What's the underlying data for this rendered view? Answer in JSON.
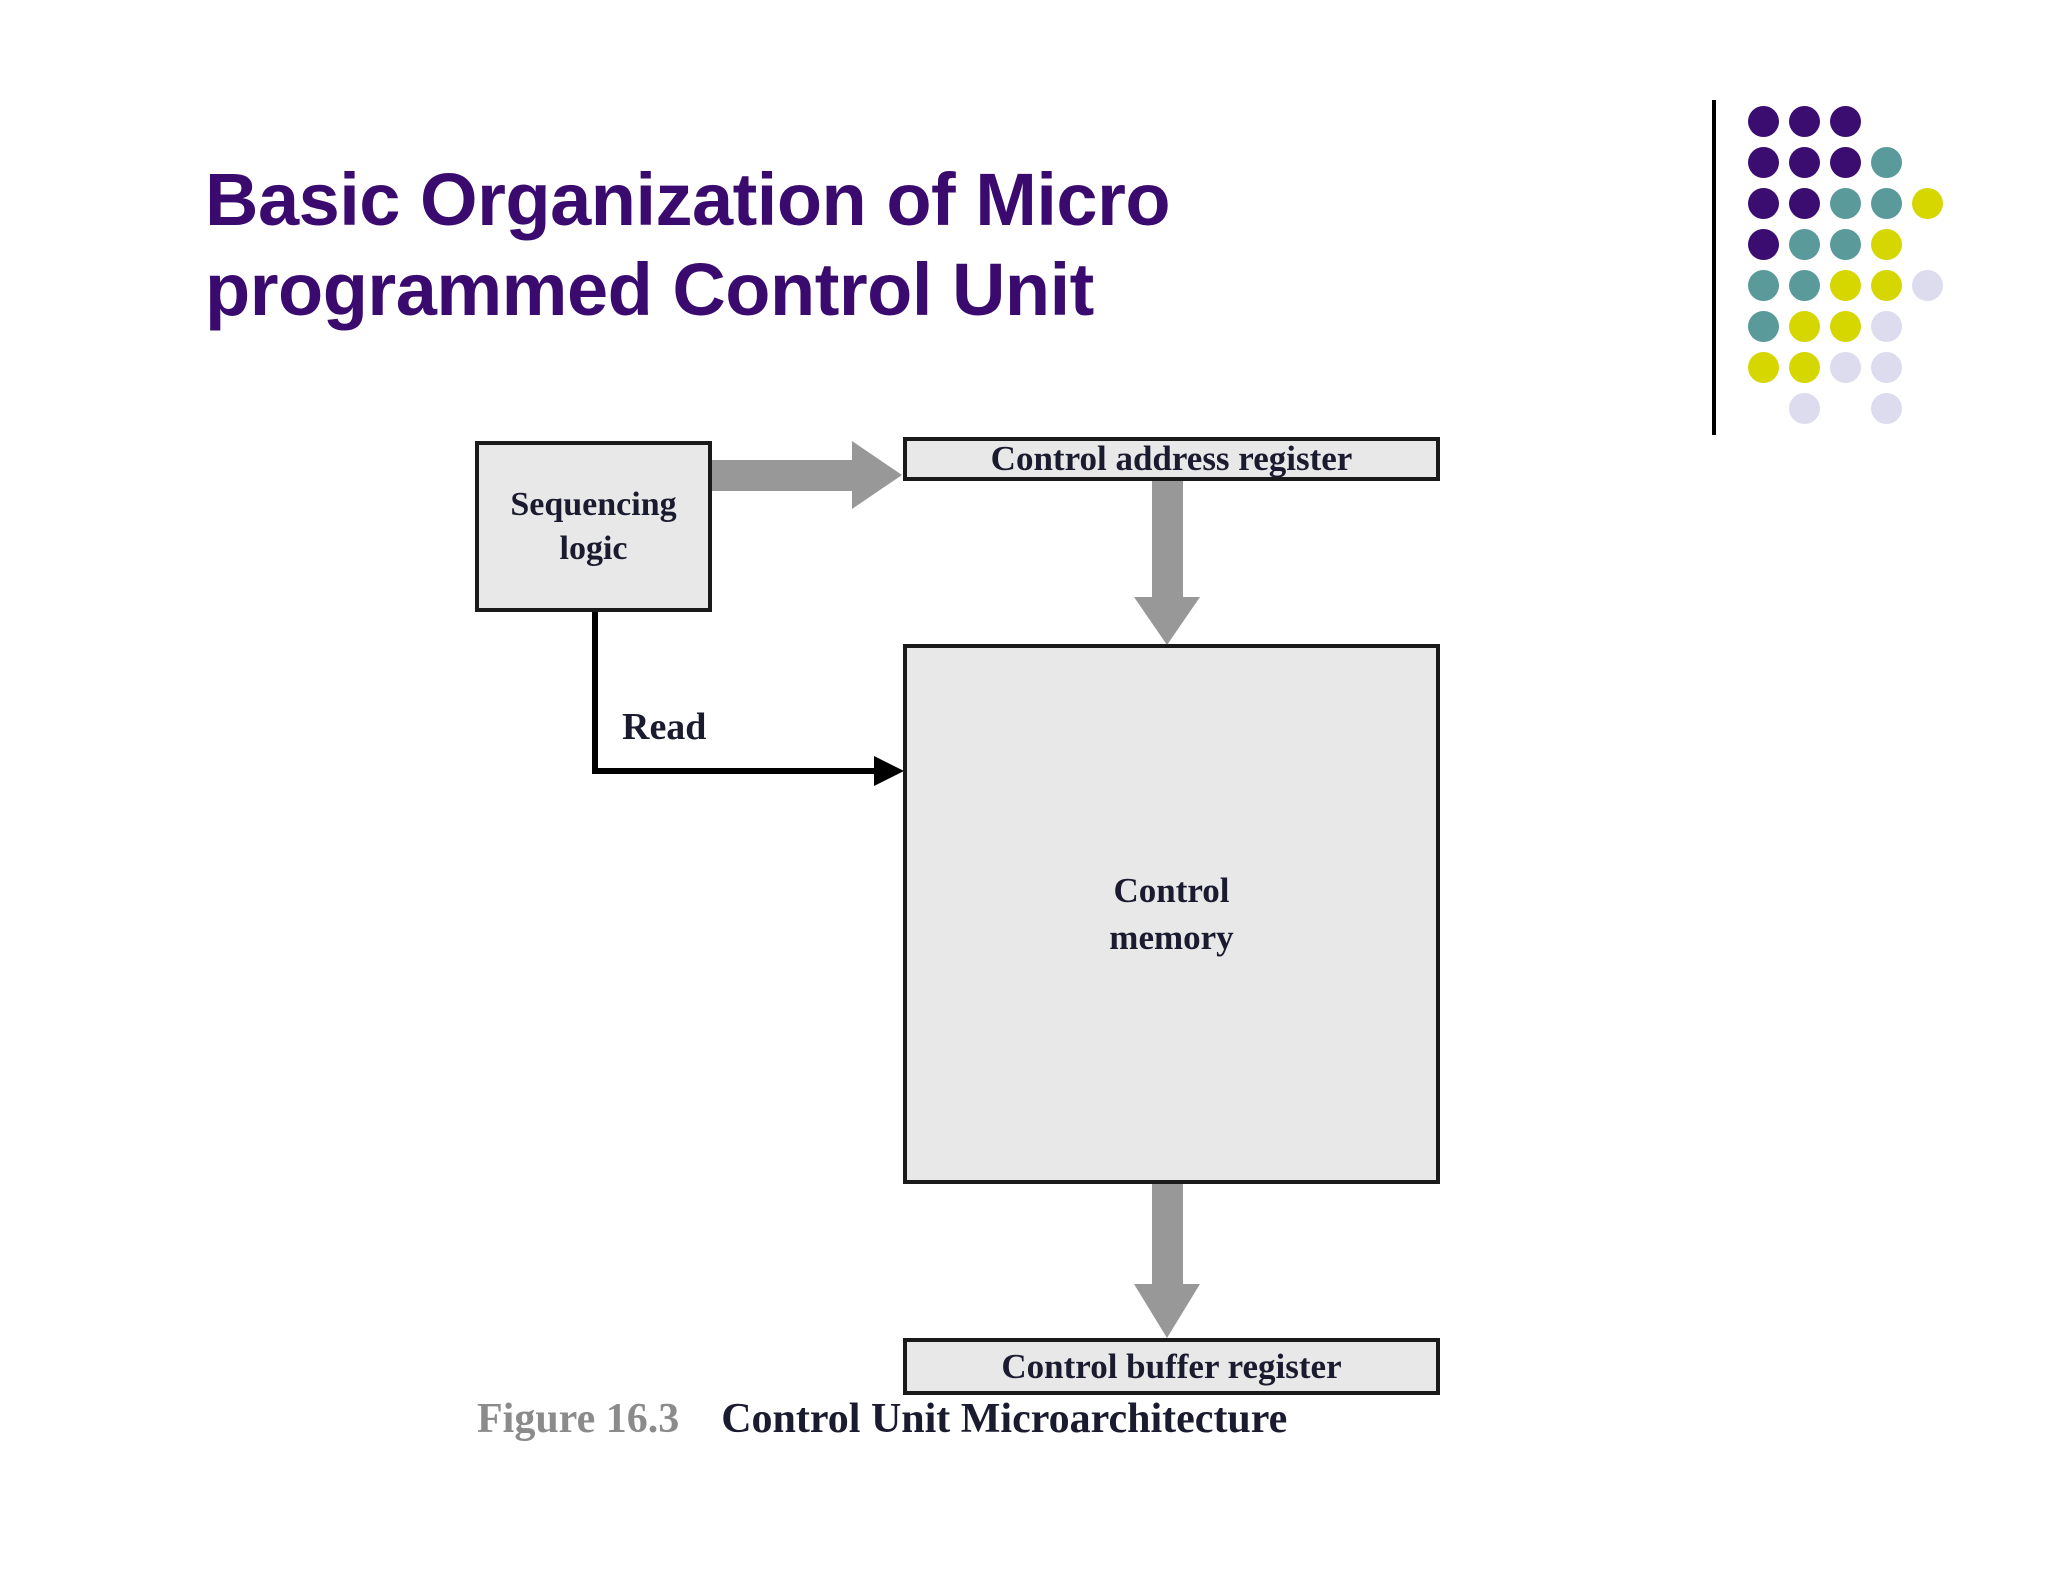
{
  "slide": {
    "background_color": "#ffffff",
    "title_color": "#3a0a6e",
    "title_lines": [
      "Basic Organization of Micro",
      "programmed Control Unit"
    ]
  },
  "logo": {
    "name": "dot-matrix-logo",
    "rule_color": "#000000",
    "colors": {
      "purple": "#3b0d70",
      "teal": "#5a9a9a",
      "yellow": "#d6d600",
      "lavender": "#dcdcee"
    },
    "grid": [
      [
        "purple",
        "purple",
        "purple",
        "blank",
        "blank"
      ],
      [
        "purple",
        "purple",
        "purple",
        "teal",
        "blank"
      ],
      [
        "purple",
        "purple",
        "teal",
        "teal",
        "yellow"
      ],
      [
        "purple",
        "teal",
        "teal",
        "yellow",
        "blank"
      ],
      [
        "teal",
        "teal",
        "yellow",
        "yellow",
        "lavender"
      ],
      [
        "teal",
        "yellow",
        "yellow",
        "lavender",
        "blank"
      ],
      [
        "yellow",
        "yellow",
        "lavender",
        "lavender",
        "blank"
      ],
      [
        "blank",
        "lavender",
        "blank",
        "lavender",
        "blank"
      ]
    ]
  },
  "figure": {
    "caption_number": "Figure 16.3",
    "caption_text": "Control Unit Microarchitecture",
    "box_fill": "#e8e8e8",
    "box_border": "#1a1a1a",
    "arrow_color": "#989898",
    "boxes": {
      "sequencing_logic": "Sequencing\nlogic",
      "sequencing_logic_line1": "Sequencing",
      "sequencing_logic_line2": "logic",
      "control_address_register": "Control address register",
      "control_memory_line1": "Control",
      "control_memory_line2": "memory",
      "control_buffer_register": "Control buffer register"
    },
    "labels": {
      "read": "Read"
    },
    "connections": [
      {
        "from": "sequencing_logic",
        "to": "control_address_register",
        "style": "thick-gray-block-arrow",
        "direction": "right"
      },
      {
        "from": "control_address_register",
        "to": "control_memory",
        "style": "thick-gray-block-arrow",
        "direction": "down"
      },
      {
        "from": "control_memory",
        "to": "control_buffer_register",
        "style": "thick-gray-block-arrow",
        "direction": "down"
      },
      {
        "from": "sequencing_logic",
        "to": "control_memory",
        "style": "thin-black-line-arrow",
        "label": "Read"
      }
    ]
  }
}
